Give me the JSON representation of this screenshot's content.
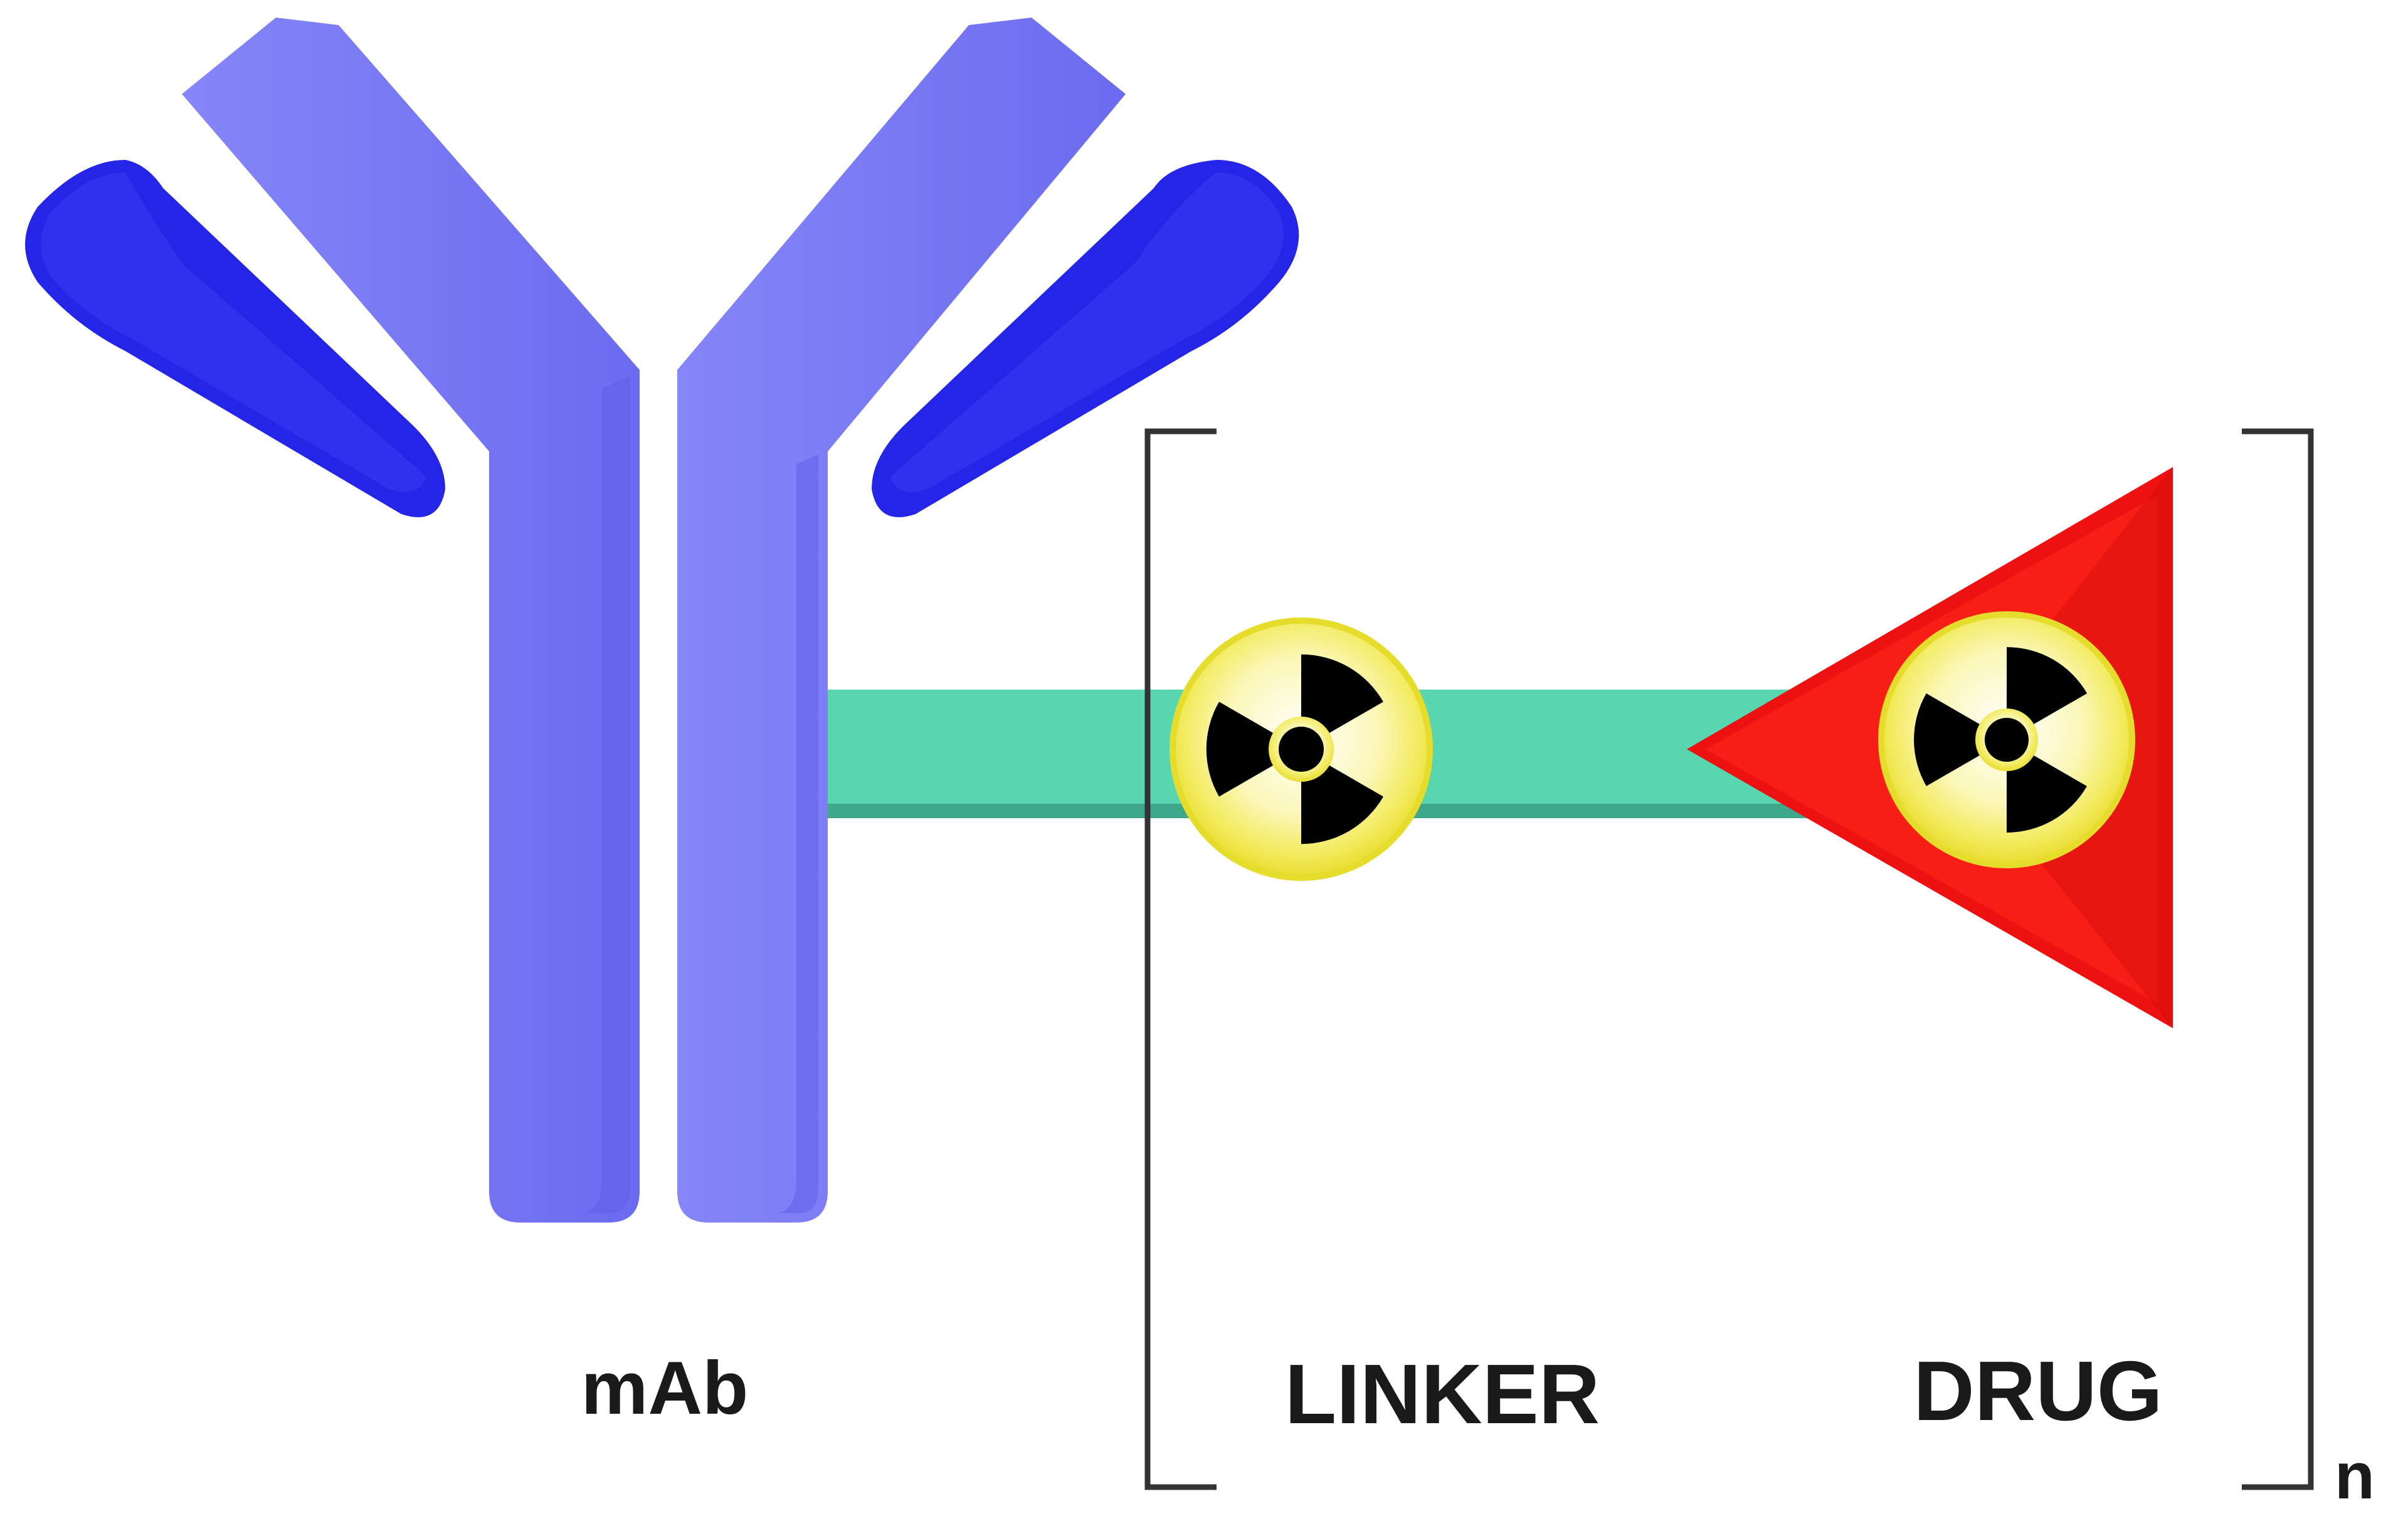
{
  "diagram": {
    "labels": {
      "antibody": "mAb",
      "linker": "LINKER",
      "drug": "DRUG",
      "subscript": "n"
    },
    "icons": {
      "antibody": "antibody-icon",
      "radiation": "radiation-trefoil-icon",
      "drug": "drug-triangle-icon"
    },
    "colors": {
      "antibody_heavy": "#7878f5",
      "antibody_light": "#2222e6",
      "linker_bar": "#58d6b0",
      "drug": "#ee1111",
      "radiation_disc": "#f8f28a",
      "radiation_trefoil": "#000000",
      "bracket": "#333333"
    }
  }
}
